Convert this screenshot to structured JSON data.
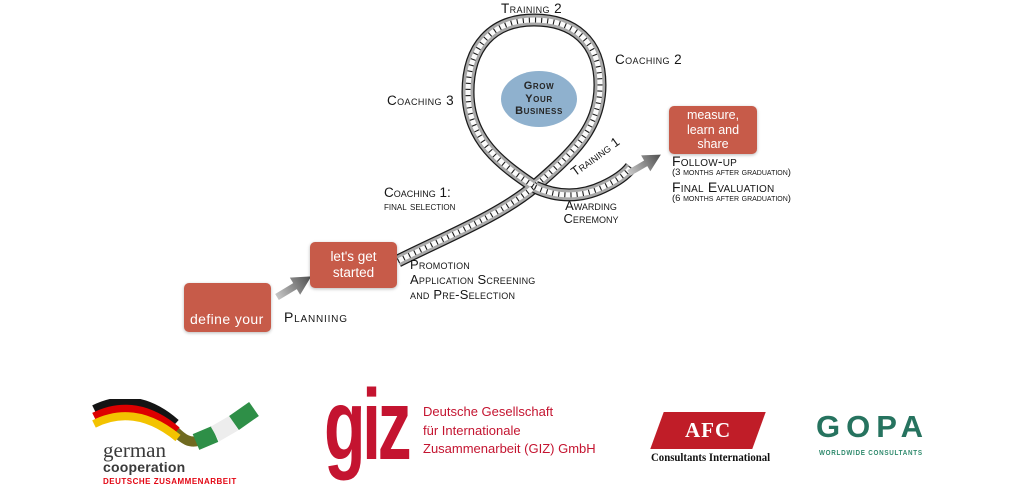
{
  "diagram": {
    "bubble": {
      "lines": [
        "Grow",
        "Your",
        "Business"
      ]
    },
    "boxes": {
      "define": {
        "label": "define your"
      },
      "started": {
        "lines": [
          "let's get",
          "started"
        ]
      },
      "measure": {
        "lines": [
          "measure,",
          "learn and",
          "share"
        ]
      }
    },
    "labels": {
      "training2": "Training 2",
      "coaching2": "Coaching 2",
      "coaching3": "Coaching 3",
      "training1": "Training 1",
      "coaching1": [
        "Coaching 1:",
        "final selection"
      ],
      "awarding": [
        "Awarding",
        "Ceremony"
      ],
      "planning": "Planniing",
      "promotion": [
        "Promotion",
        "Application Screening",
        "and Pre-Selection"
      ],
      "followup": [
        "Follow-up",
        "(3 months after graduation)",
        "Final Evaluation",
        "(6 months after graduation)"
      ]
    },
    "colors": {
      "stage_box": "#c75b49",
      "bubble": "#8fb1ce",
      "track": "#a8a8a8"
    }
  },
  "logos": {
    "german_cooperation": {
      "name": "german",
      "line2": "cooperation",
      "line3": "DEUTSCHE ZUSAMMENARBEIT",
      "colors": {
        "flag_black": "#141414",
        "flag_red": "#dd0000",
        "flag_gold": "#f3c300",
        "nigeria_green": "#2e8f47",
        "text_red": "#e30613"
      }
    },
    "giz": {
      "wordmark": "giz",
      "lines": [
        "Deutsche Gesellschaft",
        "für Internationale",
        "Zusammenarbeit (GIZ) GmbH"
      ],
      "color": "#c41430"
    },
    "afc": {
      "wordmark": "AFC",
      "subtitle": "Consultants International",
      "color": "#c01d28"
    },
    "gopa": {
      "wordmark": "GOPA",
      "subtitle": "WORLDWIDE CONSULTANTS",
      "color": "#26735f"
    }
  }
}
